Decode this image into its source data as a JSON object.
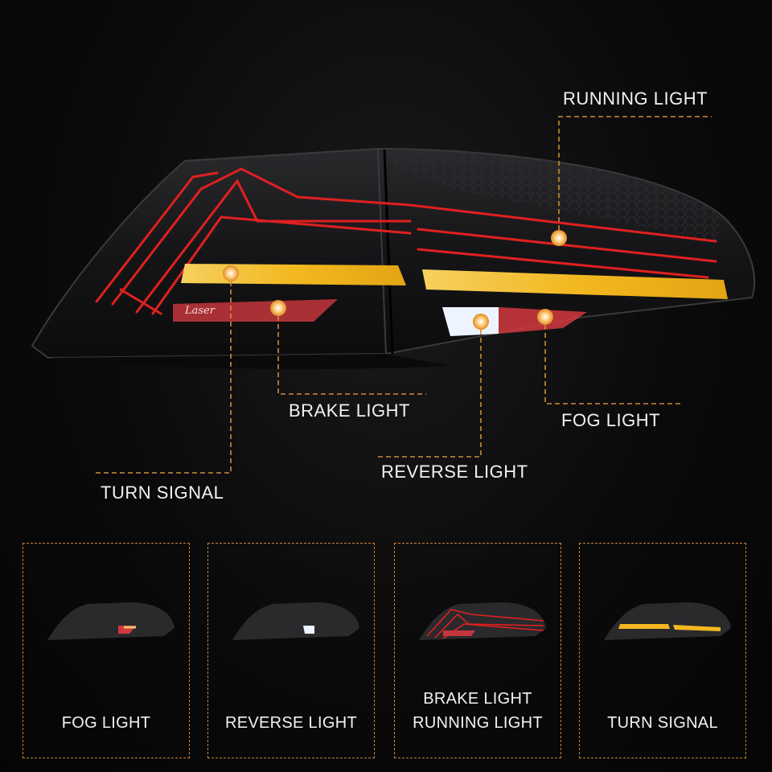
{
  "callouts": {
    "running_light": "RUNNING LIGHT",
    "brake_light": "BRAKE LIGHT",
    "fog_light": "FOG LIGHT",
    "reverse_light": "REVERSE LIGHT",
    "turn_signal": "TURN SIGNAL"
  },
  "lens_badge": "Laser",
  "panels": [
    {
      "labels": [
        "FOG LIGHT"
      ],
      "lit": "fog"
    },
    {
      "labels": [
        "REVERSE LIGHT"
      ],
      "lit": "reverse"
    },
    {
      "labels": [
        "BRAKE  LIGHT",
        "RUNNING LIGHT"
      ],
      "lit": "brake-running"
    },
    {
      "labels": [
        "TURN SIGNAL"
      ],
      "lit": "turn"
    }
  ],
  "colors": {
    "background": "#050505",
    "leader_line": "#d08a3c",
    "running_red": "#e02020",
    "turn_amber": "#f3b820",
    "reverse_white": "#eef4ff",
    "housing": "#1b1b1d"
  }
}
